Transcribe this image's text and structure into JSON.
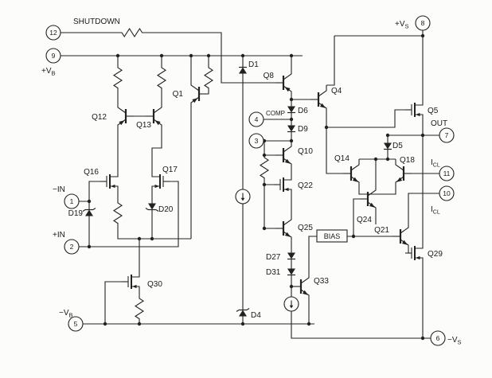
{
  "colors": {
    "background": "#fcfcfa",
    "ink": "#222222"
  },
  "pins": {
    "p12": {
      "number": "12",
      "label": "SHUTDOWN"
    },
    "p9": {
      "number": "9",
      "label_main": "+V",
      "label_sub": "B"
    },
    "p8": {
      "number": "8",
      "label_main": "+V",
      "label_sub": "S"
    },
    "p4": {
      "number": "4",
      "label": "COMP"
    },
    "p3": {
      "number": "3"
    },
    "p7": {
      "number": "7",
      "label": "OUT"
    },
    "p11": {
      "number": "11",
      "label_main": "I",
      "label_sub": "CL"
    },
    "p10": {
      "number": "10",
      "label_main": "I",
      "label_sub": "CL"
    },
    "p1": {
      "number": "1",
      "label": "−IN"
    },
    "p2": {
      "number": "2",
      "label": "+IN"
    },
    "p5": {
      "number": "5",
      "label_main": "−V",
      "label_sub": "B"
    },
    "p6": {
      "number": "6",
      "label_main": "−V",
      "label_sub": "S"
    }
  },
  "components": {
    "q1": "Q1",
    "q4": "Q4",
    "q5": "Q5",
    "q8": "Q8",
    "q10": "Q10",
    "q12": "Q12",
    "q13": "Q13",
    "q14": "Q14",
    "q16": "Q16",
    "q17": "Q17",
    "q18": "Q18",
    "q21": "Q21",
    "q22": "Q22",
    "q24": "Q24",
    "q25": "Q25",
    "q29": "Q29",
    "q30": "Q30",
    "q33": "Q33",
    "d1": "D1",
    "d4": "D4",
    "d5": "D5",
    "d6": "D6",
    "d9": "D9",
    "d19": "D19",
    "d20": "D20",
    "d27": "D27",
    "d31": "D31",
    "bias": "BIAS"
  }
}
